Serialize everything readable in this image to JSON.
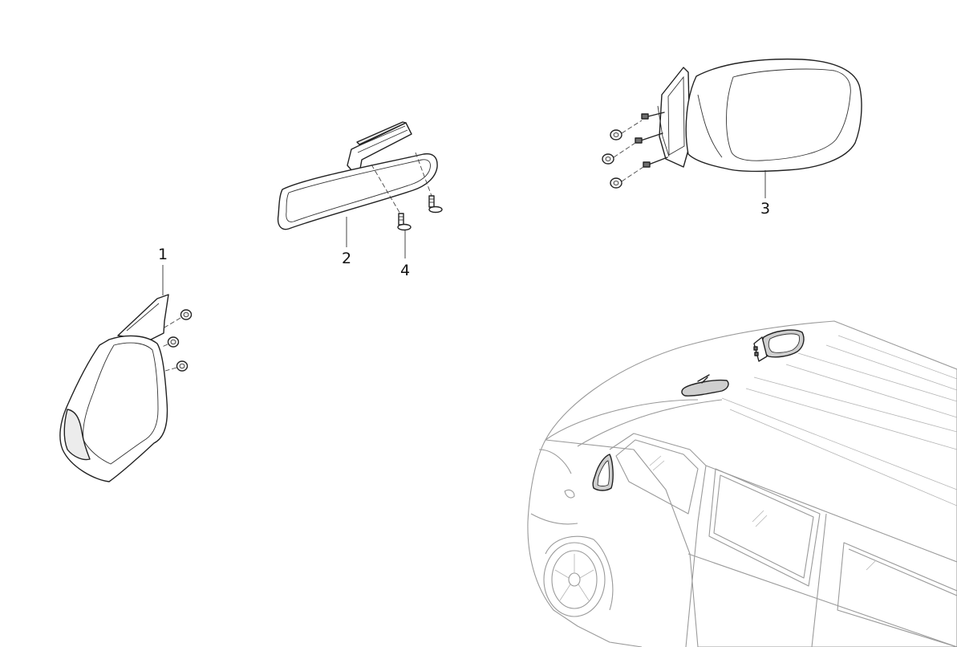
{
  "callouts": {
    "part_1": "1",
    "part_2": "2",
    "part_3": "3",
    "part_4": "4"
  },
  "colors": {
    "line": "#222222",
    "vehicle_line": "#9a9a9a",
    "highlight_fill": "#cfcfcf",
    "background": "#ffffff"
  }
}
